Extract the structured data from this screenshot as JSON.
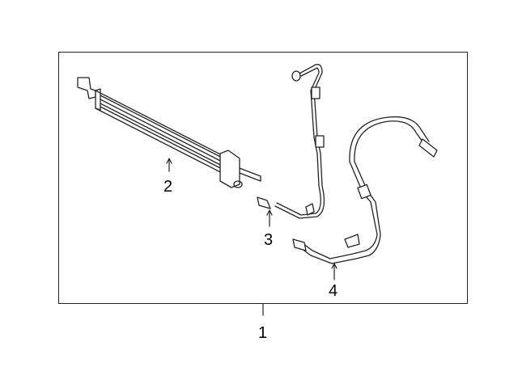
{
  "diagram": {
    "type": "exploded parts diagram",
    "subject": "oil cooler and lines assembly",
    "callouts": [
      {
        "id": "1",
        "label": "1",
        "target": "assembly (frame)"
      },
      {
        "id": "2",
        "label": "2",
        "target": "oil cooler"
      },
      {
        "id": "3",
        "label": "3",
        "target": "cooler line (upper)"
      },
      {
        "id": "4",
        "label": "4",
        "target": "cooler line (lower)"
      }
    ],
    "colors": {
      "line": "#222222",
      "background": "#ffffff"
    }
  }
}
